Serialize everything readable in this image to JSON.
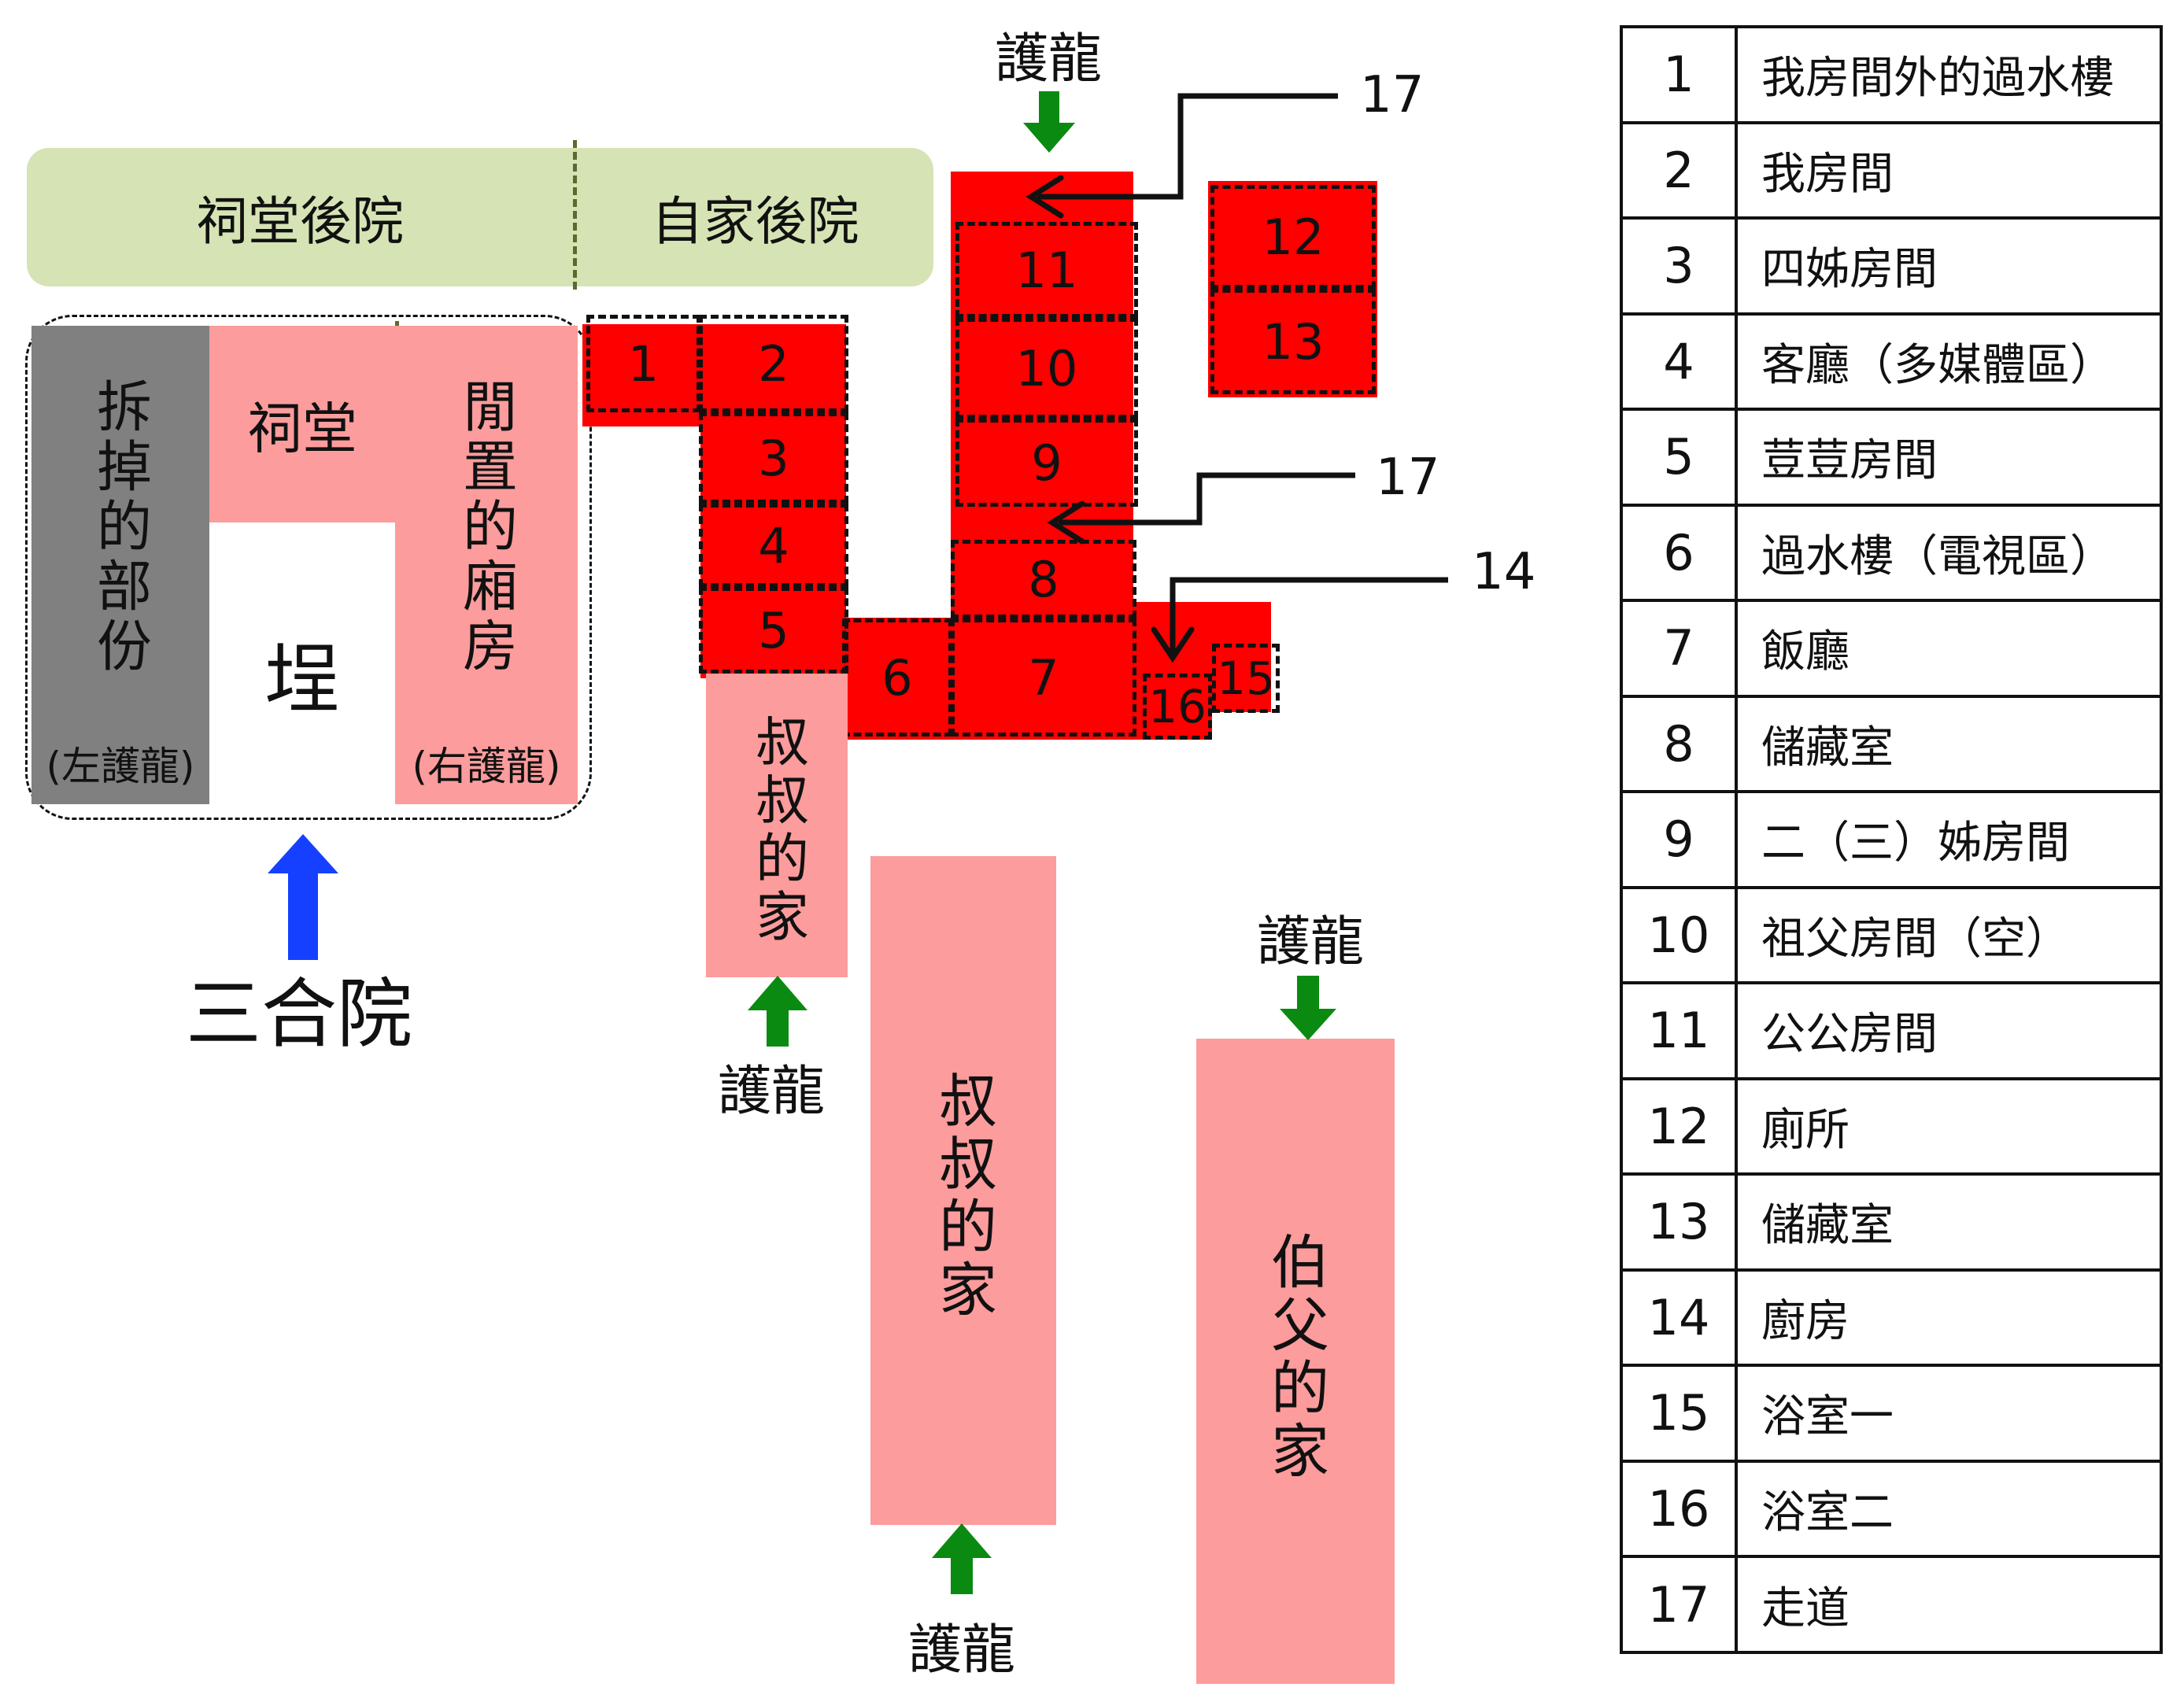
{
  "backyards": {
    "ancestral": "祠堂後院",
    "own": "自家後院"
  },
  "sanheyuan": {
    "demolished": "拆掉的部份",
    "demolished_note": "(左護龍)",
    "ancestral_hall": "祠堂",
    "courtyard": "埕",
    "idle_wing": "閒置的廂房",
    "idle_wing_note": "(右護龍)",
    "title": "三合院"
  },
  "huilong": "護龍",
  "houses": {
    "uncle_small": "叔叔的家",
    "uncle_big": "叔叔的家",
    "elder_uncle": "伯父的家"
  },
  "room_numbers": [
    "1",
    "2",
    "3",
    "4",
    "5",
    "6",
    "7",
    "8",
    "9",
    "10",
    "11",
    "12",
    "13",
    "15",
    "16"
  ],
  "callouts": {
    "corridor_a": "17",
    "corridor_b": "17",
    "kitchen": "14"
  },
  "legend": [
    {
      "n": "1",
      "t": "我房間外的過水樓"
    },
    {
      "n": "2",
      "t": "我房間"
    },
    {
      "n": "3",
      "t": "四姊房間"
    },
    {
      "n": "4",
      "t": "客廳（多媒體區）"
    },
    {
      "n": "5",
      "t": "荳荳房間"
    },
    {
      "n": "6",
      "t": "過水樓（電視區）"
    },
    {
      "n": "7",
      "t": "飯廳"
    },
    {
      "n": "8",
      "t": "儲藏室"
    },
    {
      "n": "9",
      "t": "二（三）姊房間"
    },
    {
      "n": "10",
      "t": "祖父房間（空）"
    },
    {
      "n": "11",
      "t": "公公房間"
    },
    {
      "n": "12",
      "t": "廁所"
    },
    {
      "n": "13",
      "t": "儲藏室"
    },
    {
      "n": "14",
      "t": "廚房"
    },
    {
      "n": "15",
      "t": "浴室一"
    },
    {
      "n": "16",
      "t": "浴室二"
    },
    {
      "n": "17",
      "t": "走道"
    }
  ],
  "colors": {
    "room_red": "#fe0000",
    "pink": "#fd9c9c",
    "backyard_green": "#d6e3b5",
    "demolished_gray": "#808080",
    "arrow_green": "#0a8a10",
    "arrow_blue": "#1640ff"
  }
}
